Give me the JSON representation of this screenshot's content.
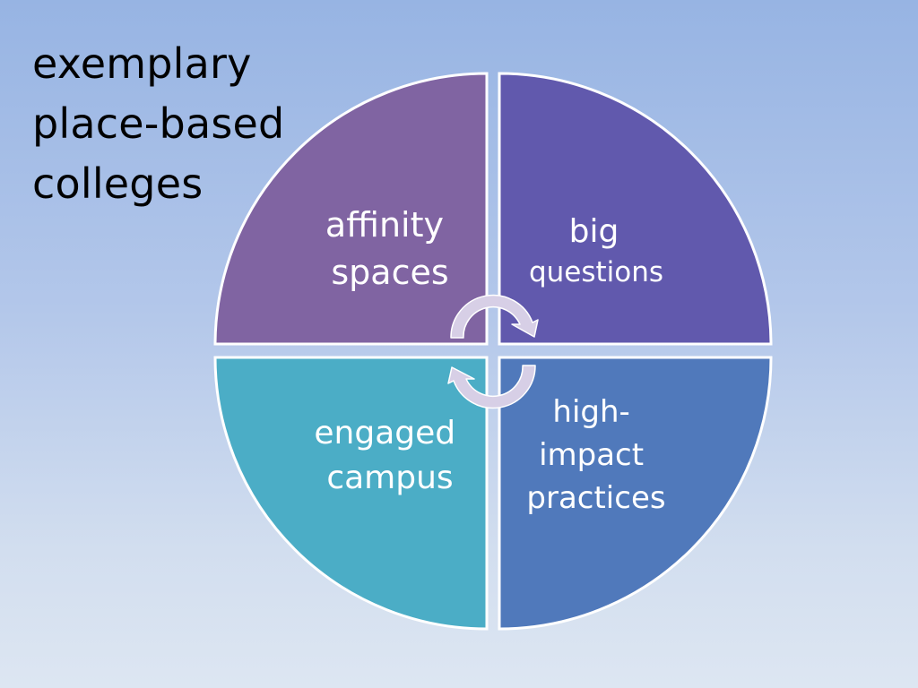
{
  "slide": {
    "title_lines": [
      "exemplary",
      "place-based",
      "colleges"
    ]
  },
  "cycle": {
    "segments": [
      {
        "id": "affinity-spaces",
        "lines": [
          "affinity",
          "spaces"
        ],
        "color": "#8064a2"
      },
      {
        "id": "big-questions",
        "lines": [
          "big",
          "questions"
        ],
        "color": "#6159ad"
      },
      {
        "id": "high-impact-practices",
        "lines": [
          "high-",
          "impact",
          "practices"
        ],
        "color": "#5079bb"
      },
      {
        "id": "engaged-campus",
        "lines": [
          "engaged",
          "campus"
        ],
        "color": "#4badc6"
      }
    ],
    "arrow_color": "#d7cfe6",
    "border_color": "#ffffff"
  }
}
